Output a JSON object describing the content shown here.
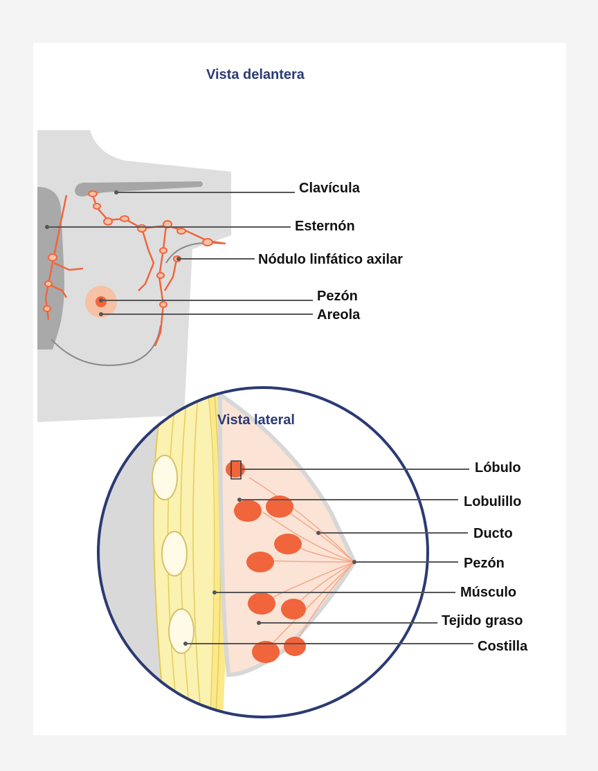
{
  "front_view": {
    "title": "Vista delantera",
    "labels": {
      "clavicle": "Clavícula",
      "sternum": "Esternón",
      "axillary_node": "Nódulo linfático axilar",
      "nipple": "Pezón",
      "areola": "Areola"
    }
  },
  "side_view": {
    "title": "Vista lateral",
    "labels": {
      "lobe": "Lóbulo",
      "lobule": "Lobulillo",
      "duct": "Ducto",
      "nipple": "Pezón",
      "muscle": "Músculo",
      "fatty_tissue": "Tejido graso",
      "rib": "Costilla"
    }
  },
  "colors": {
    "title": "#2b3a73",
    "tissue_orange": "#f0653c",
    "skin_gray": "#dcdcdc",
    "muscle_yellow": "#fbf1b0",
    "circle_border": "#2b3a73"
  }
}
